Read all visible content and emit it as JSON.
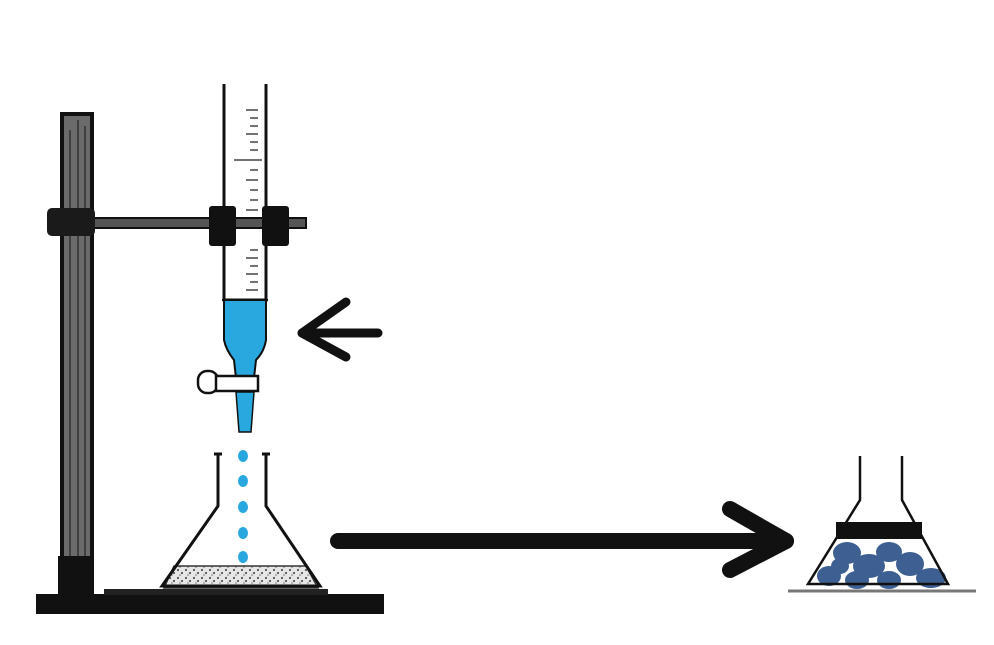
{
  "diagram": {
    "apparatus": [
      "retort-stand",
      "clamp",
      "burette",
      "stopcock",
      "conical-flask",
      "small-conical-flask"
    ],
    "colors": {
      "ink": "#111111",
      "liquid": "#29a8e0",
      "precipitate": "#3d5f91",
      "speckle": "#555555"
    }
  }
}
